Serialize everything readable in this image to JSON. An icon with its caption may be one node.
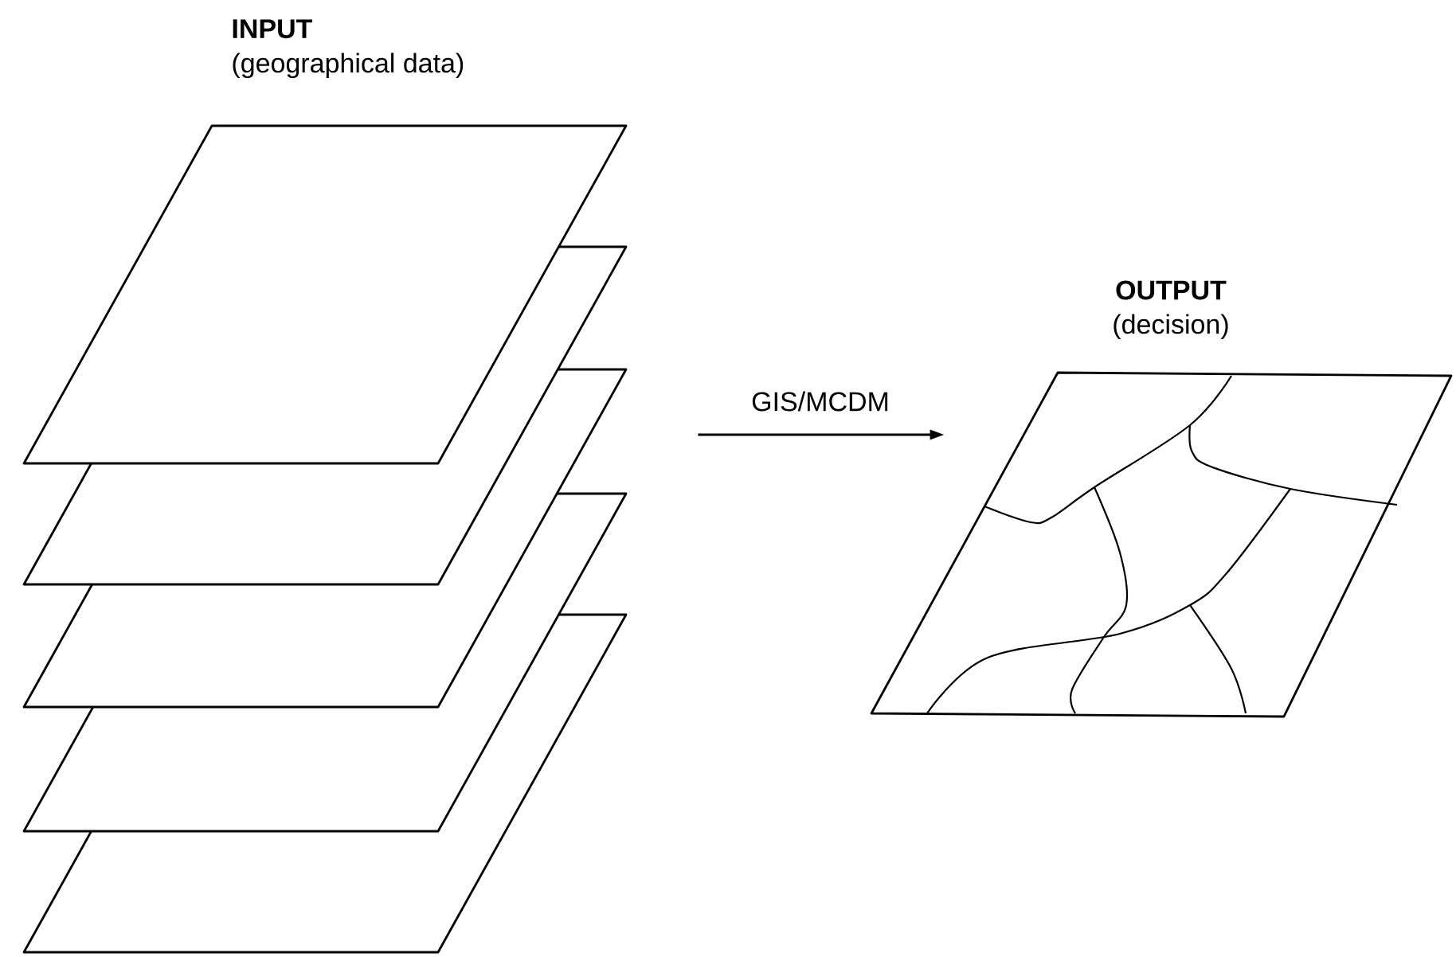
{
  "diagram": {
    "nodes": [
      {
        "text": [
          "INPUT",
          "(geographical data)"
        ]
      },
      {
        "text": [
          "OUTPUT",
          "(decision)"
        ]
      }
    ],
    "edges": [
      {
        "from": 0,
        "to": 1,
        "arrow": "to",
        "label": "GIS/MCDM"
      }
    ]
  }
}
